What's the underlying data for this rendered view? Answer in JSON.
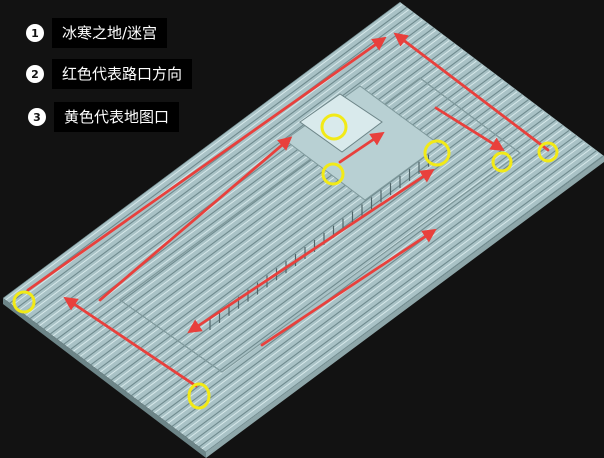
{
  "legend": [
    {
      "number": "1",
      "text": "冰寒之地/迷宫"
    },
    {
      "number": "2",
      "text": "红色代表路口方向"
    },
    {
      "number": "3",
      "text": "黄色代表地图口"
    }
  ],
  "colors": {
    "background": "#121212",
    "wall_top": "#cfe3e6",
    "wall_side": "#8fa9ad",
    "path_arrow": "#e8403c",
    "exit_marker": "#f2ea17",
    "label_bg": "#000000",
    "label_text": "#ffffff"
  },
  "icons": {
    "path_arrow": "red-arrow-icon",
    "exit_marker": "yellow-circle-icon"
  }
}
